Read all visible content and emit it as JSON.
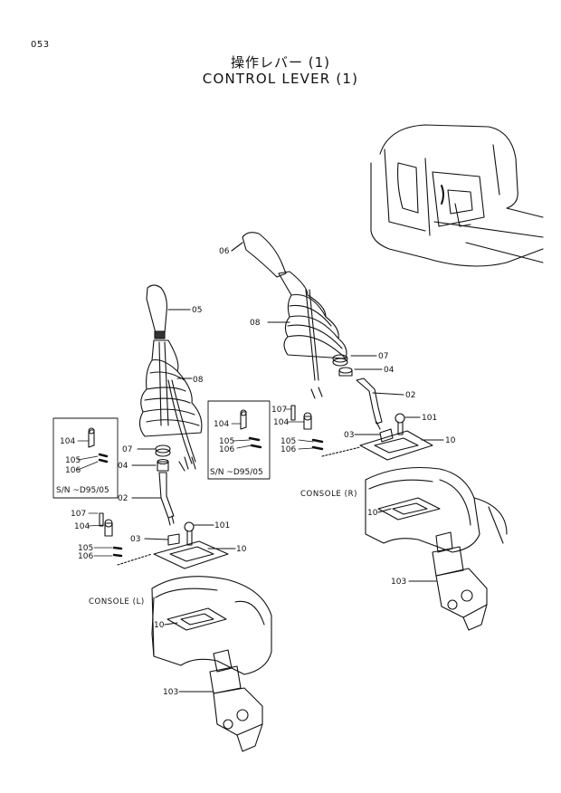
{
  "header": {
    "page_number": "053",
    "title_jp": "操作レバー (1)",
    "title_en": "CONTROL LEVER (1)"
  },
  "labels": {
    "console_l": "CONSOLE (L)",
    "console_r": "CONSOLE (R)",
    "sn_left": "S/N ~D95/05",
    "sn_right": "S/N ~D95/05"
  },
  "parts": {
    "p02": "02",
    "p03": "03",
    "p04": "04",
    "p05": "05",
    "p06": "06",
    "p07": "07",
    "p08": "08",
    "p10": "10",
    "p101": "101",
    "p103": "103",
    "p104": "104",
    "p105": "105",
    "p106": "106",
    "p107": "107"
  }
}
